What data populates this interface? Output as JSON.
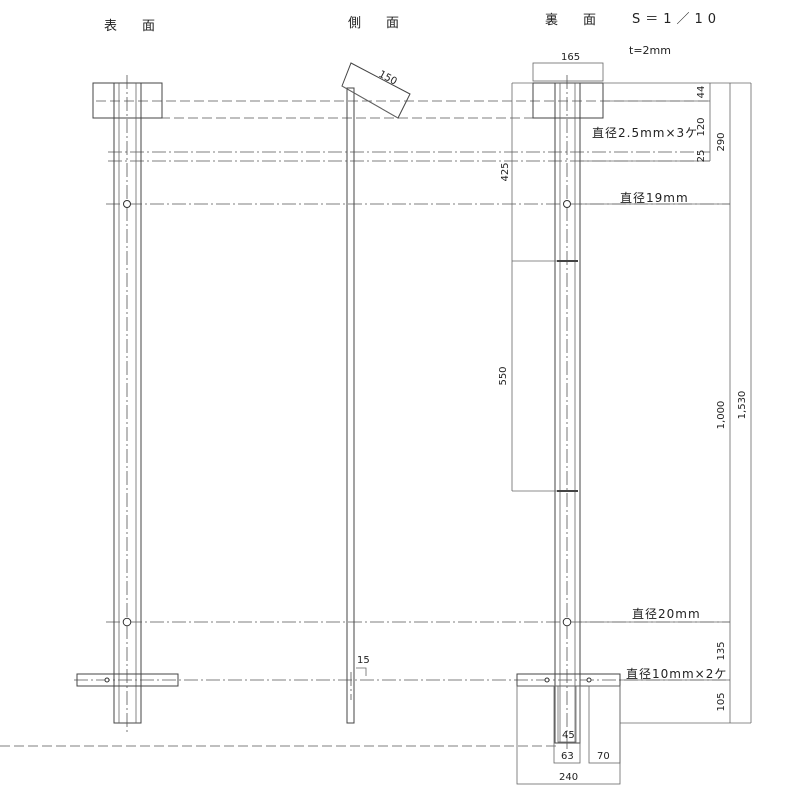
{
  "views": {
    "front": "表　面",
    "side": "側　面",
    "back": "裏　面"
  },
  "scale": "S＝1／10",
  "thickness": "t=2mm",
  "dimensions": {
    "top_plate_width": "165",
    "side_plate": "150",
    "d44": "44",
    "d120": "120",
    "d290": "290",
    "d25": "25",
    "d425": "425",
    "d550": "550",
    "d1000": "1,000",
    "d1530": "1,530",
    "d135": "135",
    "d105": "105",
    "d15": "15",
    "d45": "45",
    "d63": "63",
    "d70": "70",
    "d240": "240"
  },
  "notes": {
    "small_holes": "直径2.5mm×3ケ",
    "hole19": "直径19mm",
    "hole20": "直径20mm",
    "base_holes": "直径10mm×2ケ"
  }
}
